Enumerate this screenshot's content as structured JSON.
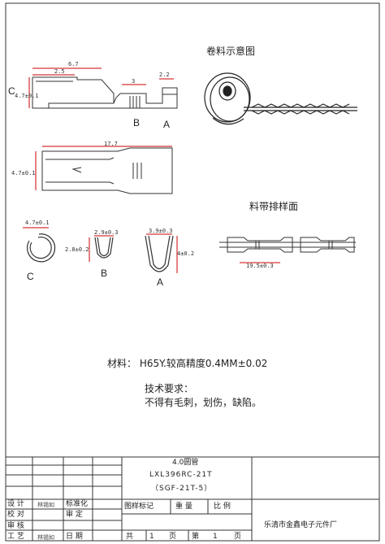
{
  "diagram": {
    "section_titles": {
      "reel": "卷料示意图",
      "strip": "料带排样面"
    },
    "labels": {
      "C_side": "C",
      "B": "B",
      "A": "A",
      "C_sec": "C",
      "B_sec": "B",
      "A_sec": "A"
    },
    "dimensions": {
      "d_67": "6.7",
      "d_25": "2.5",
      "d_3": "3",
      "d_22": "2.2",
      "d_47_side": "4.7±0.1",
      "d_177": "17.7",
      "d_47_top": "4.7±0.1",
      "d_47_c": "4.7±0.1",
      "d_29": "2.9±0.3",
      "d_28": "2.8±0.2",
      "d_39": "3.9±0.3",
      "d_a02": "4±0.2",
      "d_pitch": "19.5±0.3"
    },
    "notes": {
      "material": "材料：  H65Y.较高精度0.4MM±0.02",
      "tech_title": "技术要求：",
      "tech_body": "不得有毛刺，划伤，缺陷。"
    }
  },
  "title_block": {
    "part_name": "4.0圆管",
    "part_no": "LXL396RC-21T",
    "alt_no": "（SGF-21T-5）",
    "company": "乐清市金鑫电子元件厂",
    "rows": {
      "design": "设  计",
      "check": "校  对",
      "review": "审  核",
      "process": "工  艺",
      "standard": "标准化",
      "audit": "审  定",
      "date": "日  期",
      "signer": "林锡如"
    },
    "marks": {
      "pattern_mark": "图样标记",
      "weight": "重  量",
      "scale": "比  例",
      "total": "共",
      "total_n": "1",
      "page_unit": "页",
      "sheet": "第",
      "sheet_n": "1",
      "page_unit2": "页"
    }
  }
}
